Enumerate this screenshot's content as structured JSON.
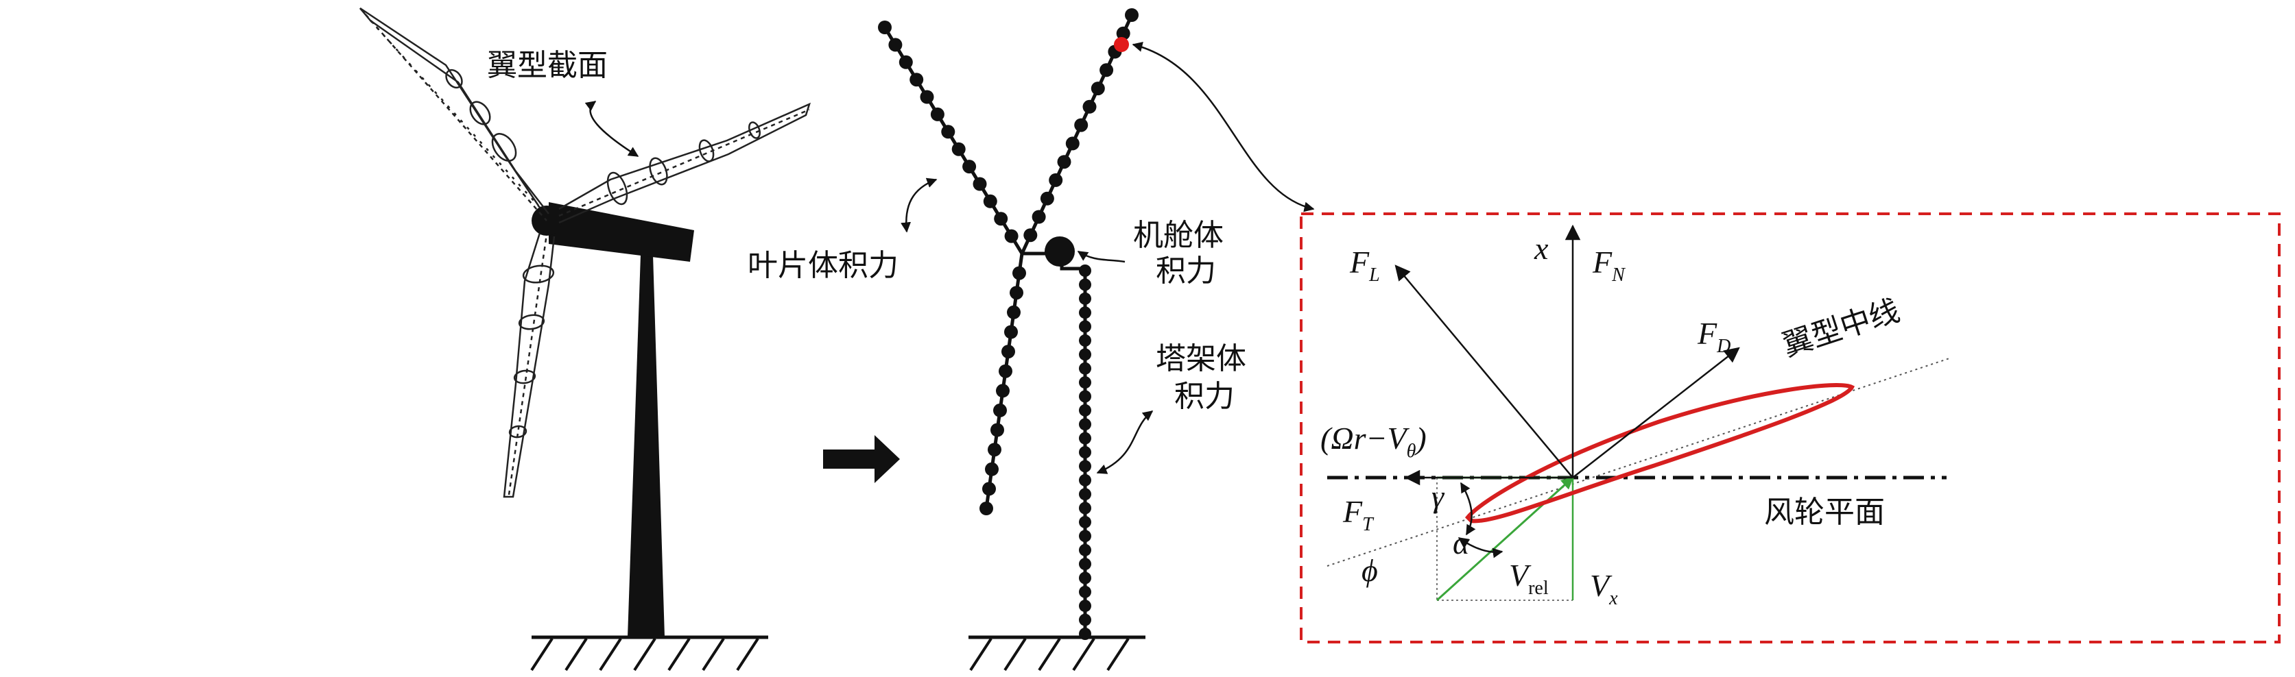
{
  "colors": {
    "ink": "#111111",
    "airfoil": "#d61f1f",
    "frame": "#d61f1f",
    "velocity": "#3aa63a",
    "highlight_node": "#e21a1a"
  },
  "left_labels": {
    "airfoil_section": "翼型截面"
  },
  "arrow_icon": "right-arrow",
  "middle_labels": {
    "blade_body_force": "叶片体积力",
    "nacelle_line1": "机舱体",
    "nacelle_line2": "积力",
    "tower_line1": "塔架体",
    "tower_line2": "积力"
  },
  "detail": {
    "x_axis": "x",
    "FL": {
      "main": "F",
      "sub": "L"
    },
    "FN": {
      "main": "F",
      "sub": "N"
    },
    "FD": {
      "main": "F",
      "sub": "D"
    },
    "FT": {
      "main": "F",
      "sub": "T"
    },
    "omega": {
      "pre": "(Ωr−V",
      "sub": "θ",
      "post": ")"
    },
    "gamma": "γ",
    "alpha": "α",
    "phi": "ϕ",
    "Vrel": {
      "main": "V",
      "sub": "rel"
    },
    "Vx": {
      "main": "V",
      "sub": "x"
    },
    "chord_line": "翼型中线",
    "rotor_plane": "风轮平面"
  }
}
